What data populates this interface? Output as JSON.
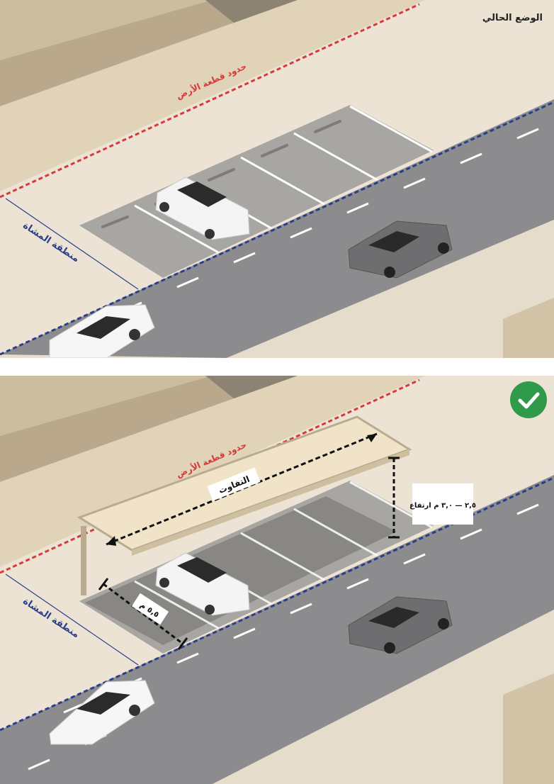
{
  "top_panel": {
    "title": "الوضع الحالي",
    "plot_boundary_label": "حدود قطعة الأرض",
    "pedestrian_zone_label": "منطقة المشاة"
  },
  "bottom_panel": {
    "plot_boundary_label": "حدود قطعة الأرض",
    "pedestrian_zone_label": "منطقة المشاة",
    "variable_length_label": "التفاوت",
    "height_label": "٢,٥ — ٣,٠ م ارتفاع",
    "depth_label": "٥,٥ م",
    "approved_icon": "check-circle-icon"
  },
  "colors": {
    "plot_boundary": "#d63b3b",
    "road_edge": "#2a3e8c",
    "approved_badge": "#2e9a4a",
    "road": "#8e8e90",
    "sidewalk": "#e9dfcf"
  }
}
